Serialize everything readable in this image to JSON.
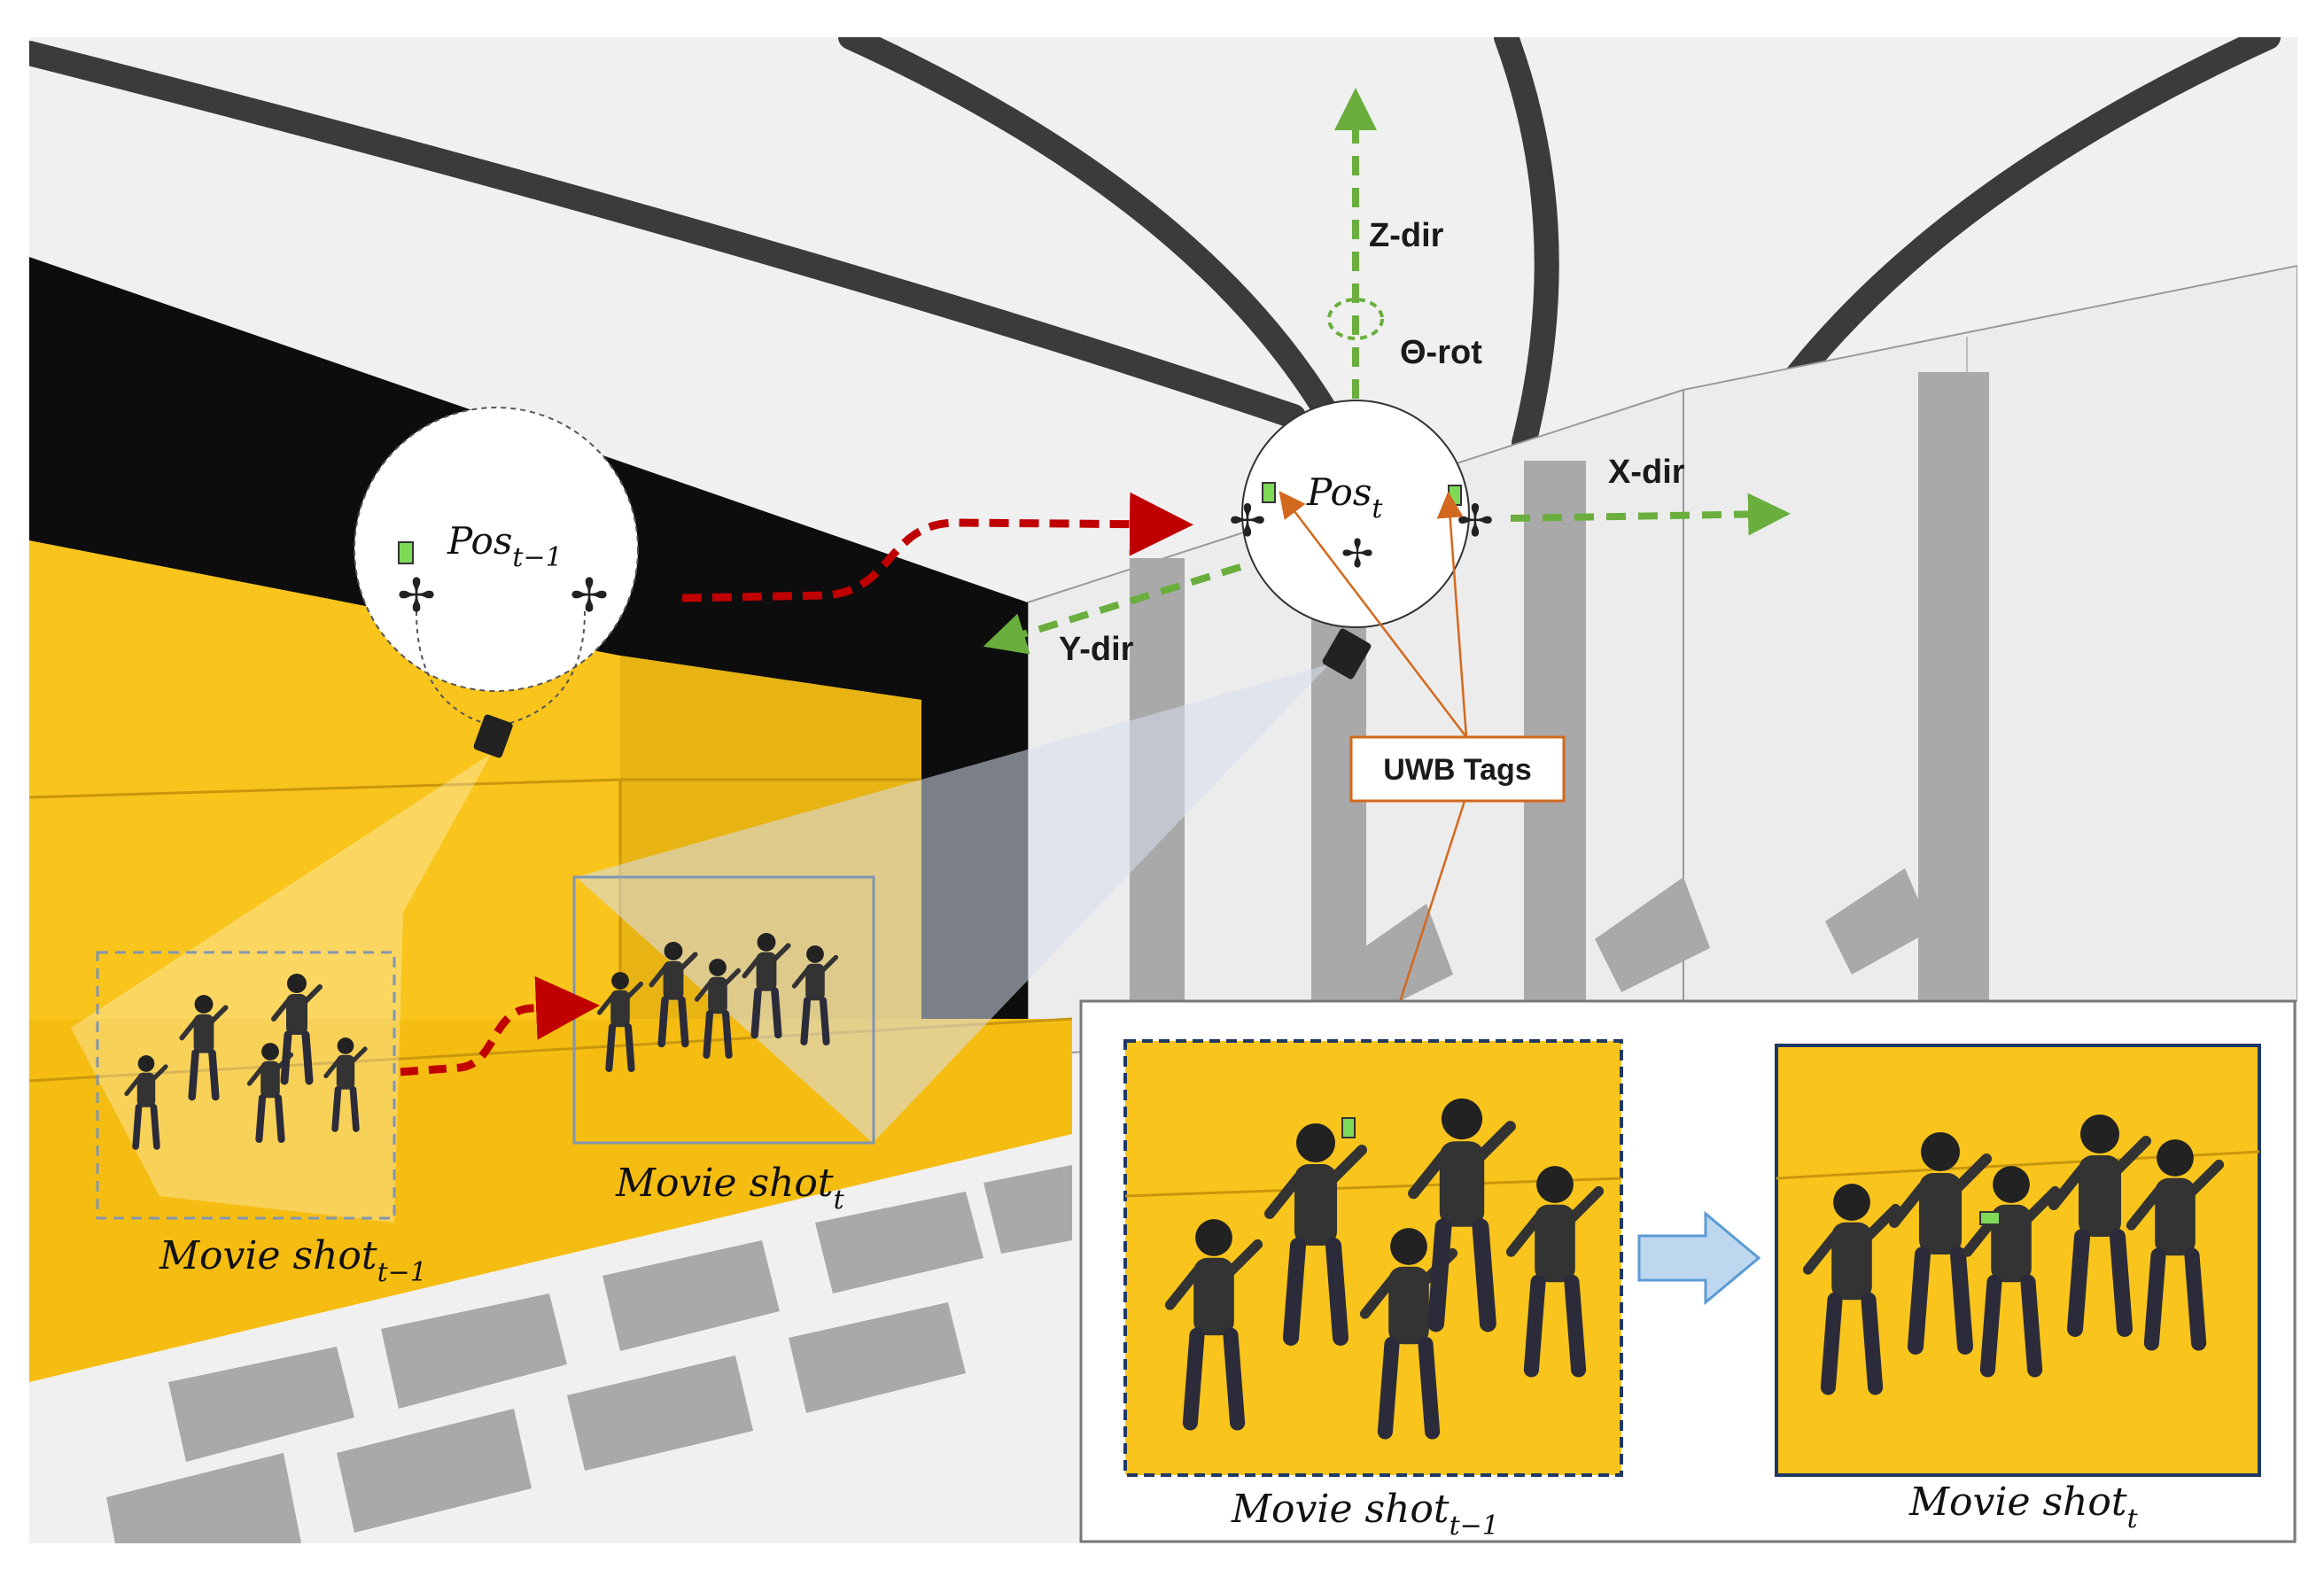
{
  "labels": {
    "z_dir": "Z-dir",
    "theta_rot": "Θ-rot",
    "x_dir": "X-dir",
    "y_dir": "Y-dir",
    "uwb_tags": "UWB Tags"
  },
  "drone_prev": {
    "base": "Pos",
    "sub": "t−1"
  },
  "drone_curr": {
    "base": "Pos",
    "sub": "t"
  },
  "shots": {
    "stage_prev": {
      "base": "Movie shot",
      "sub": "t−1"
    },
    "stage_curr": {
      "base": "Movie shot",
      "sub": "t"
    },
    "inset_prev": {
      "base": "Movie shot",
      "sub": "t−1"
    },
    "inset_curr": {
      "base": "Movie shot",
      "sub": "t"
    }
  },
  "colors": {
    "stage_yellow": "#f9c51c",
    "backdrop_black": "#0d0d0d",
    "motion_arrow_red": "#c00000",
    "axis_arrow_green": "#6aae3e",
    "uwb_orange": "#d2691e",
    "tag_green": "#7ed957",
    "inset_arrow_blue": "#bdd7ee"
  }
}
